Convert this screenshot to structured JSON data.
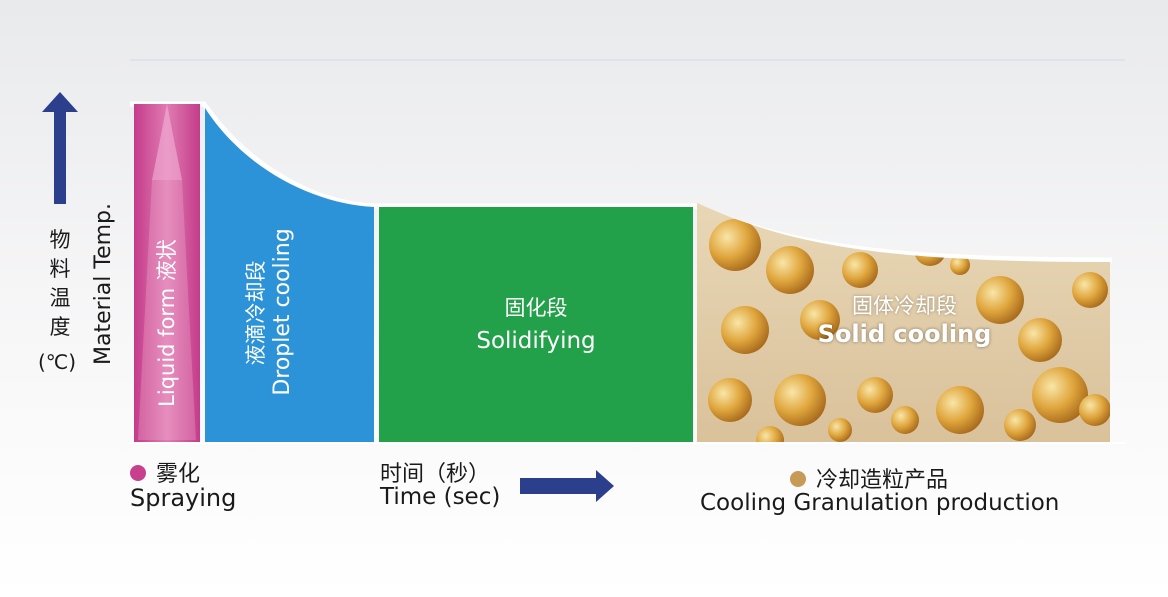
{
  "y_axis": {
    "label_cn": "物料温度",
    "unit": "(℃)",
    "label_en": "Material Temp."
  },
  "x_axis": {
    "label_cn": "时间（秒）",
    "label_en": "Time (sec)"
  },
  "stages": [
    {
      "id": "liquid",
      "label": "Liquid form 液状",
      "color": "#c83f8e"
    },
    {
      "id": "droplet",
      "label_cn": "液滴冷却段",
      "label_en": "Droplet cooling",
      "color": "#2d93d8"
    },
    {
      "id": "solidifying",
      "label_cn": "固化段",
      "label_en": "Solidifying",
      "color": "#23a04a"
    },
    {
      "id": "solid",
      "label_cn": "固体冷却段",
      "label_en": "Solid cooling",
      "color": "#c99a4a"
    }
  ],
  "bottom_labels": {
    "spraying_cn": "雾化",
    "spraying_en": "Spraying",
    "product_cn": "冷却造粒产品",
    "product_en": "Cooling Granulation production"
  },
  "colors": {
    "arrow": "#2b3f8c",
    "spraying_dot": "#c83f8e",
    "product_dot": "#c79a55"
  }
}
